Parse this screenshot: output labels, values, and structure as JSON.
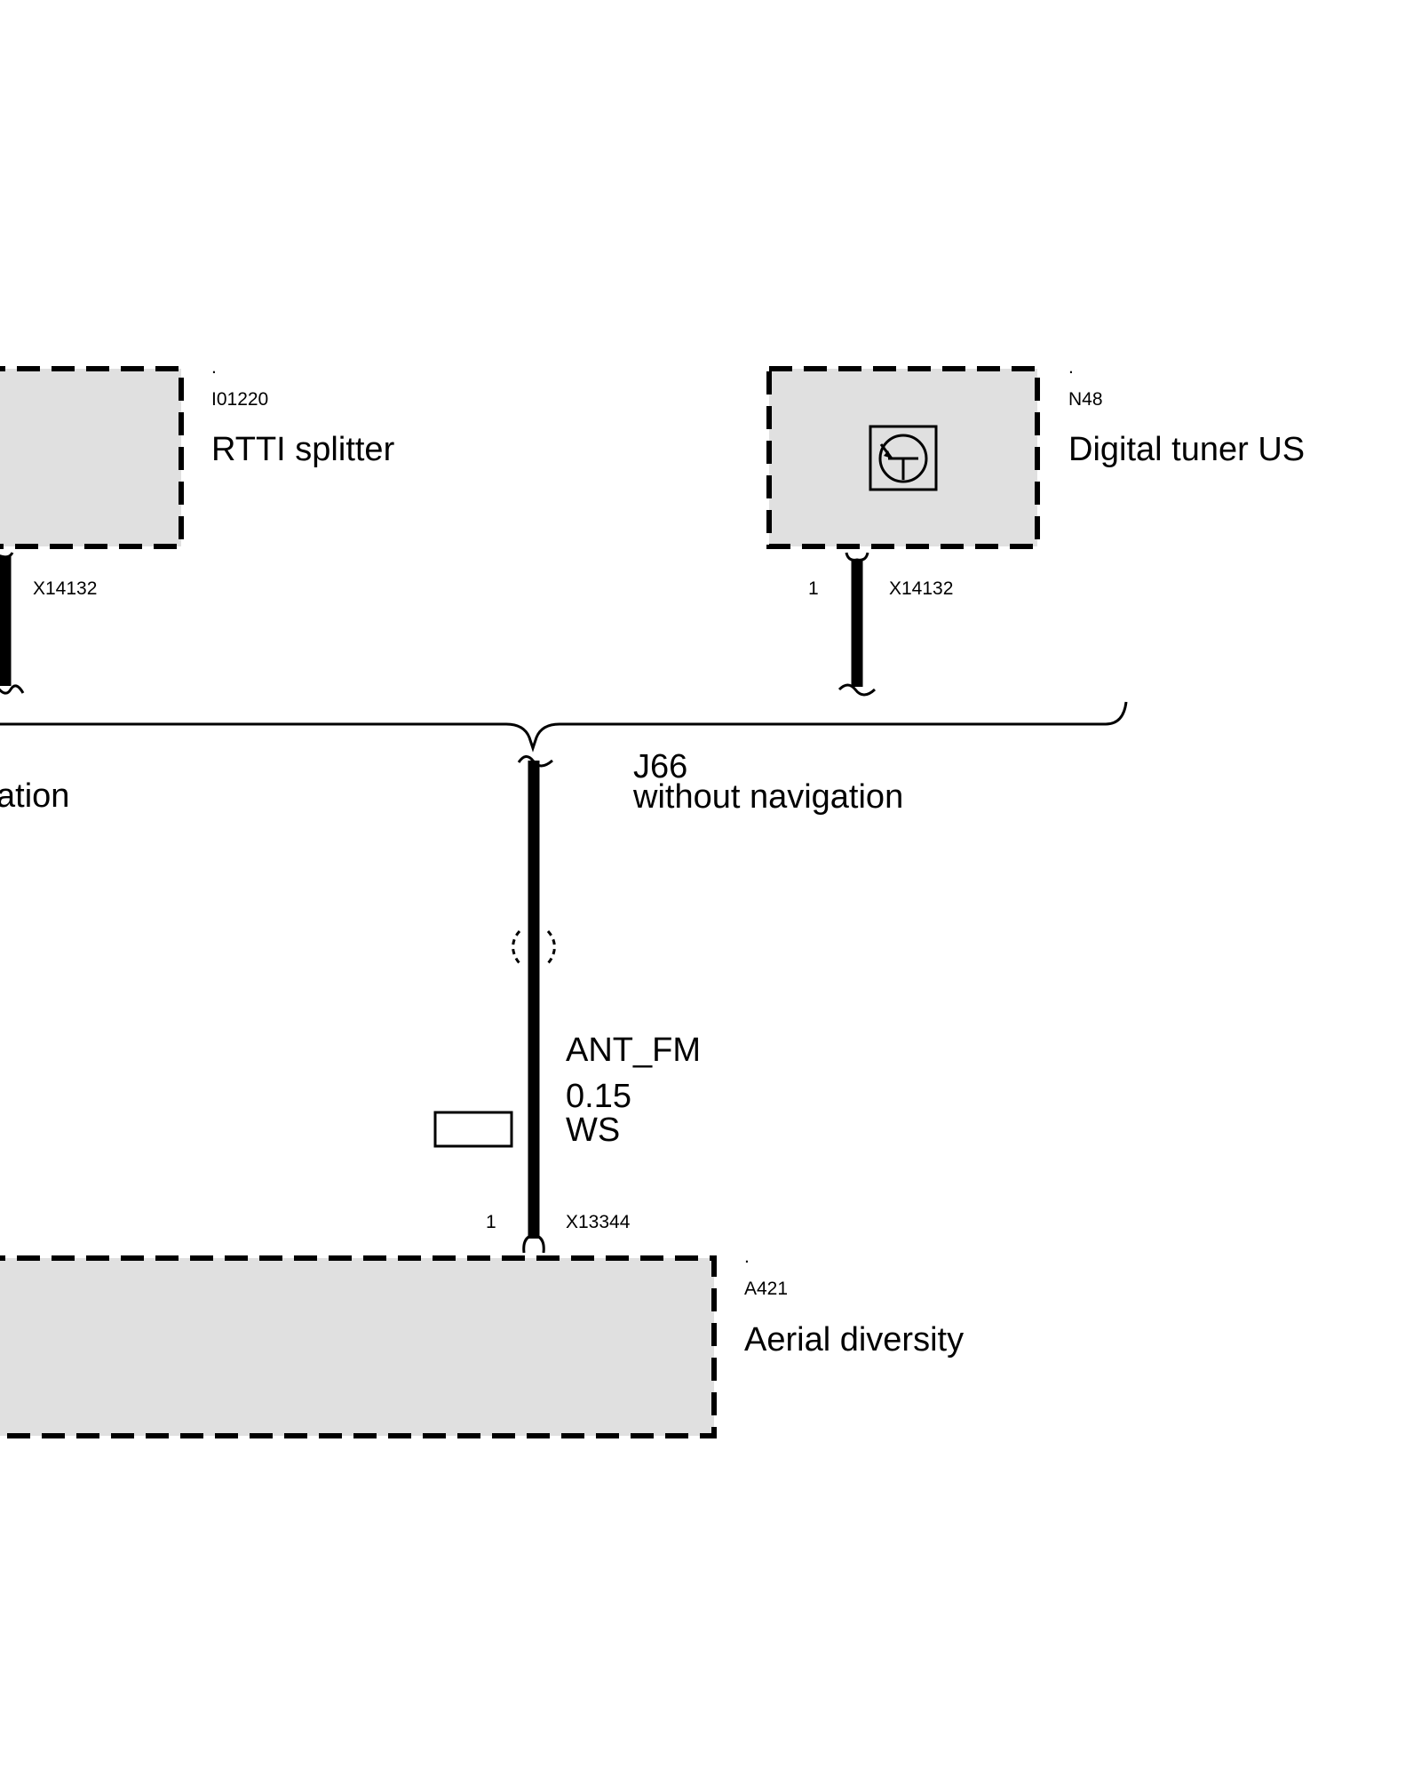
{
  "components": {
    "rtti_splitter": {
      "dot": ".",
      "id": "I01220",
      "name": "RTTI splitter",
      "connector": "X14132"
    },
    "digital_tuner": {
      "dot": ".",
      "id": "N48",
      "name": "Digital tuner US",
      "connector": "X14132",
      "pin": "1",
      "icon": "transistor-icon"
    },
    "aerial_diversity": {
      "dot": ".",
      "id": "A421",
      "name": "Aerial diversity",
      "connector": "X13344",
      "pin": "1"
    }
  },
  "variants": {
    "right": {
      "code": "J66",
      "text": "without navigation"
    },
    "left_partial": "ation"
  },
  "wire": {
    "signal": "ANT_FM",
    "gauge": "0.15",
    "color_code": "WS"
  },
  "colors": {
    "box_fill": "#e0e0e0",
    "line": "#000000",
    "background": "#ffffff"
  }
}
